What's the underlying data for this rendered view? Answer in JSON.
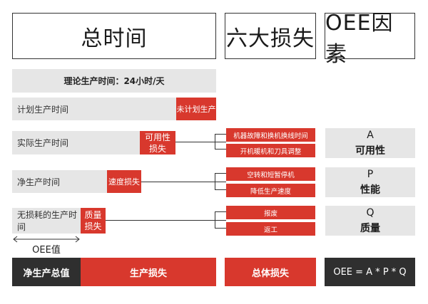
{
  "headers": {
    "total_time": "总时间",
    "six_losses": "六大损失",
    "oee_factors": "OEE因素"
  },
  "theory_time": "理论生产时间：24小时/天",
  "rows": {
    "planned": {
      "label": "计划生产时间",
      "loss": "未计划生产"
    },
    "actual": {
      "label": "实际生产时间",
      "loss_line1": "可用性",
      "loss_line2": "损失"
    },
    "net": {
      "label": "净生产时间",
      "loss": "速度损失"
    },
    "lossless": {
      "label": "无损耗的生产时间",
      "loss_line1": "质量",
      "loss_line2": "损失"
    }
  },
  "six_losses": [
    "机器故障和换机换线时间",
    "开机暖机和刀具调整",
    "空转和短暂停机",
    "降低生产速度",
    "报废",
    "返工"
  ],
  "factors": [
    {
      "letter": "A",
      "name": "可用性"
    },
    {
      "letter": "P",
      "name": "性能"
    },
    {
      "letter": "Q",
      "name": "质量"
    }
  ],
  "oee_value_label": "OEE值",
  "bottom": {
    "net_value": "净生产总值",
    "production_loss": "生产损失",
    "total_loss": "总体损失",
    "formula": "OEE = A * P * Q"
  }
}
